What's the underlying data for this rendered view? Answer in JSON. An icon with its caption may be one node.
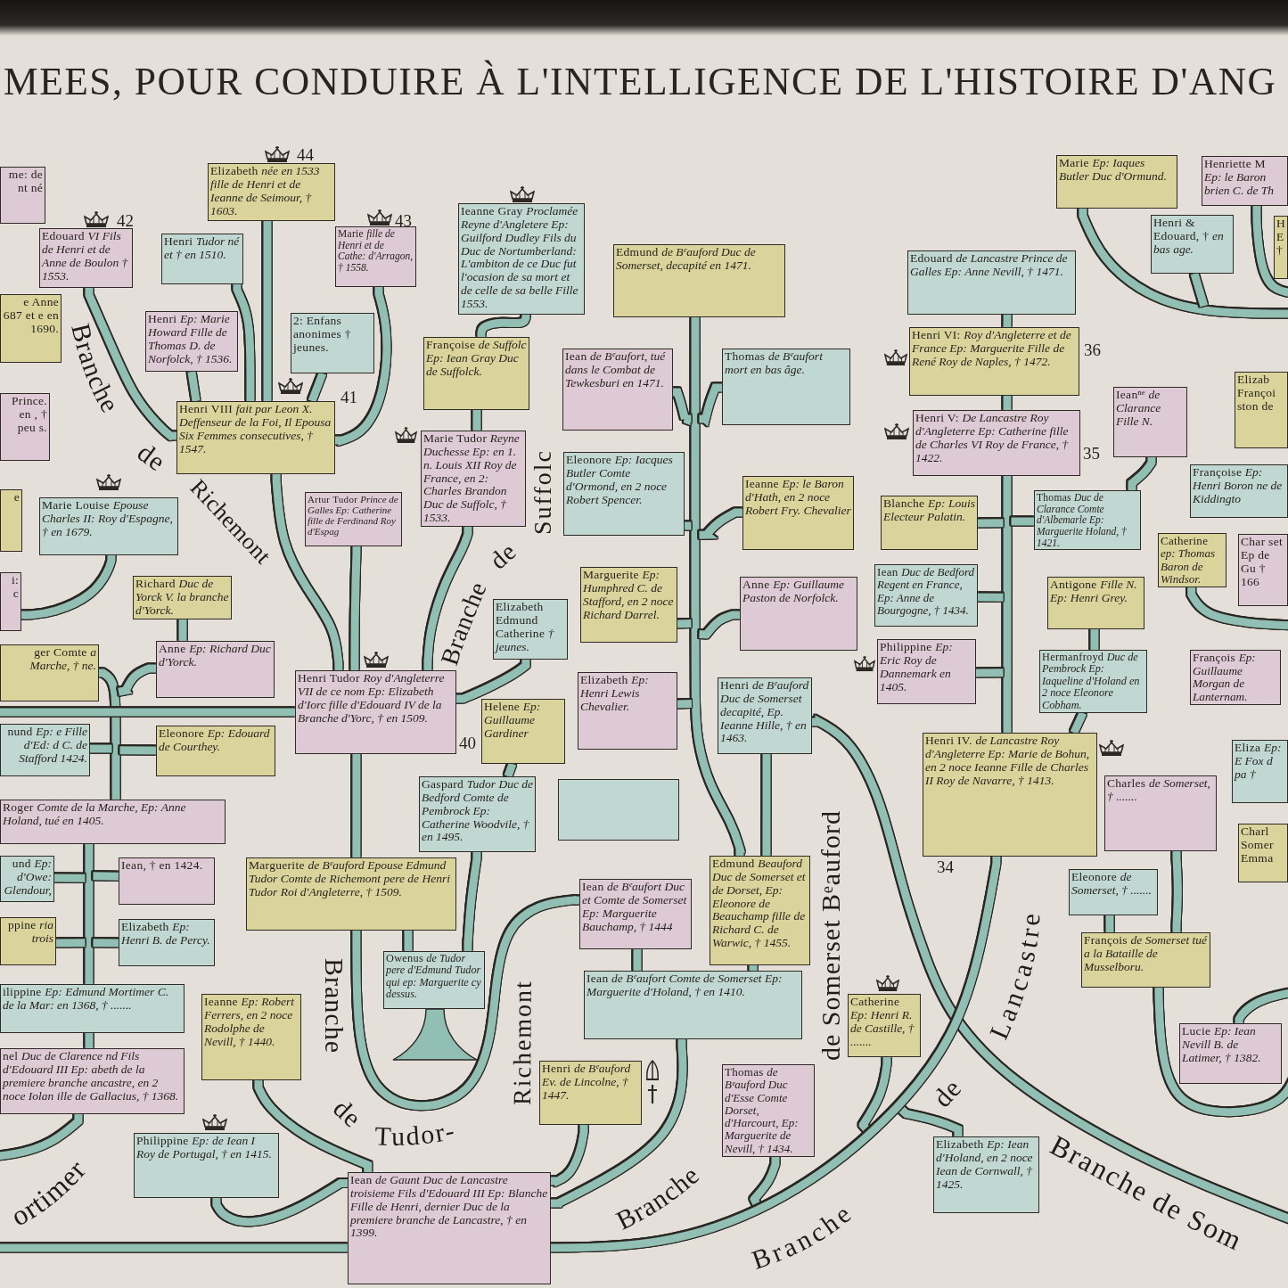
{
  "diagram": {
    "title": "MEES, POUR CONDUIRE À L'INTELLIGENCE DE L'HISTOIRE D'ANG",
    "nodes": [
      {
        "text": [
          "Elizabeth *née en 1533 fille de Henri et de Ieanne de Seimour, † 1603.*"
        ]
      },
      {
        "text": [
          "Marie *Ep: Iaques Butler Duc d'Ormund.*"
        ]
      },
      {
        "text": [
          "Henriette M *Ep: le Baron brien C. de Th*"
        ]
      },
      {
        "text": [
          "me: de nt né"
        ]
      },
      {
        "text": [
          "Ieanne Gray *Proclamée Reyne d'Angletere Ep: Guilford Dudley Fils du Duc de Nortumberland: L'ambiton de ce Duc fut l'ocasion de sa mort et de celle de sa belle Fille 1553.*"
        ]
      },
      {
        "text": [
          "Henri & Edouard, † *en bas age.*"
        ]
      },
      {
        "text": [
          "H E †"
        ]
      },
      {
        "text": [
          "Edouard *VI Fils de Henri et de Anne de Boulon † 1553.*"
        ]
      },
      {
        "text": [
          "Marie *fille de Henri et de Cathe: d'Arragon, † 1558.*"
        ]
      },
      {
        "text": [
          "Henri *Tudor né et † en 1510.*"
        ]
      },
      {
        "text": [
          "Edmund *de Bᵉauford Duc de Somerset, decapité en 1471.*"
        ]
      },
      {
        "text": [
          "Edouard *de Lancastre Prince de Galles Ep: Anne Nevill, † 1471.*"
        ]
      },
      {
        "text": [
          "e Anne 687 et e en 1690."
        ]
      },
      {
        "text": [
          "Henri *Ep: Marie Howard Fille de Thomas D. de Norfolck, † 1536.*"
        ]
      },
      {
        "text": [
          "2: Enfans anonimes † jeunes."
        ]
      },
      {
        "text": [
          "Henri VI: *Roy d'Angleterre et de France Ep: Marguerite Fille de René Roy de Naples, † 1472.*"
        ]
      },
      {
        "text": [
          "Françoise *de Suffolc Ep: Iean Gray Duc de Suffolck.*"
        ]
      },
      {
        "text": [
          "Iean *de Bᵉaufort, tué dans le Combat de Tewkesburi en 1471.*"
        ]
      },
      {
        "text": [
          "Thomas *de Bᵉaufort mort en bas âge.*"
        ]
      },
      {
        "text": [
          "Elizab Françoi ston de"
        ]
      },
      {
        "text": [
          "Ieanⁿᵉ *de Clarance Fille N.*"
        ]
      },
      {
        "text": [
          "Prince. en , † peu s."
        ]
      },
      {
        "text": [
          "Henri VIII *fait par Leon X. Deffenseur de la Foi, Il Epousa Six Femmes consecutives, † 1547.*"
        ]
      },
      {
        "text": [
          "Henri V: *De Lancastre Roy d'Angleterre Ep: Catherine fille de Charles VI Roy de France, † 1422.*"
        ]
      },
      {
        "text": [
          "Marie Tudor *Reyne Duchesse Ep: en 1. n. Louis XII Roy de France, en 2: Charles Brandon Duc de Suffolc, † 1533.*"
        ]
      },
      {
        "text": [
          "Eleonore *Ep: Iacques Butler Comte d'Ormond, en 2 noce Robert Spencer.*"
        ]
      },
      {
        "text": [
          "Françoise *Ep: Henri Boron ne de Kiddingto*"
        ]
      },
      {
        "text": [
          "Ieanne *Ep: le Baron d'Hath, en 2 noce Robert Fry. Chevalier*"
        ]
      },
      {
        "text": [
          "e"
        ]
      },
      {
        "text": [
          "Marie Louise *Epouse Charles II: Roy d'Espagne, † en 1679.*"
        ]
      },
      {
        "text": [
          "Artur Tudor *Prince de Galles Ep: Catherine fille de Ferdinand Roy d'Espag*"
        ]
      },
      {
        "text": [
          "Thomas *Duc de Clarance Comte d'Albemarle Ep: Marguerite Holand, † 1421.*"
        ]
      },
      {
        "text": [
          "Blanche *Ep: Louis Electeur Palatin.*"
        ]
      },
      {
        "text": [
          "Catherine *ep: Thomas Baron de Windsor.*"
        ]
      },
      {
        "text": [
          "Char set Ep de Gu † 166"
        ]
      },
      {
        "text": [
          "Iean *Duc de Bedford Regent en France, Ep: Anne de Bourgogne, † 1434.*"
        ]
      },
      {
        "text": [
          "Marguerite *Ep: Humphred C. de Stafford, en 2 noce Richard Darrel.*"
        ]
      },
      {
        "text": [
          "i: c"
        ]
      },
      {
        "text": [
          "Richard *Duc de Yorck V. la branche d'Yorck.*"
        ]
      },
      {
        "text": [
          "Antigone *Fille N. Ep: Henri Grey.*"
        ]
      },
      {
        "text": [
          "Anne *Ep: Guillaume Paston de Norfolck.*"
        ]
      },
      {
        "text": [
          "Elizabeth Edmund Catherine *† jeunes.*"
        ]
      },
      {
        "text": [
          "Philippine *Ep: Eric Roy de Dannemark en 1405.*"
        ]
      },
      {
        "text": [
          "Anne *Ep: Richard Duc d'Yorck.*"
        ]
      },
      {
        "text": [
          "ger Comte *a Marche, † ne.*"
        ]
      },
      {
        "text": [
          "Hermanfroyd *Duc de Pembrock Ep: Iaqueline d'Holand en 2 noce Eleonore Cobham.*"
        ]
      },
      {
        "text": [
          "François *Ep: Guillaume Morgan de Lanternam.*"
        ]
      },
      {
        "text": [
          "Henri Tudor *Roy d'Angleterre VII de ce nom Ep: Elizabeth d'Iorc fille d'Edouard IV de la Branche d'Yorc, † en 1509.*"
        ]
      },
      {
        "text": [
          "Elizabeth *Ep: Henri Lewis Chevalier.*"
        ]
      },
      {
        "text": [
          "Henri *de Bᵉauford Duc de Somerset decapité, Ep. Ieanne Hille, † en 1463.*"
        ]
      },
      {
        "text": [
          "Helene *Ep: Guillaume Gardiner*"
        ]
      },
      {
        "text": [
          "nund *Ep: e Fille d'Ed: d C. de Stafford 1424.*"
        ]
      },
      {
        "text": [
          "Eleonore *Ep: Edouard de Courthey.*"
        ]
      },
      {
        "text": [
          "Henri IV. *de Lancastre Roy d'Angleterre Ep: Marie de Bohun, en 2 noce Ieanne Fille de Charles II Roy de Navarre, † 1413.*"
        ]
      },
      {
        "text": [
          "Eliza *Ep: E Fox d pa †*"
        ]
      },
      {
        "text": [
          "Charles *de Somerset, † .......*"
        ]
      },
      {
        "text": [
          "Gaspard *Tudor Duc de Bedford Comte de Pembrock Ep: Catherine Woodvile, † en 1495.*"
        ]
      },
      {
        "text": [],
        "shape": "box"
      },
      {
        "text": [
          "Roger *Comte de la Marche, Ep: Anne Holand, tué en 1405.*"
        ]
      },
      {
        "text": [
          "Charl Somer Emma"
        ]
      },
      {
        "text": [
          "und *Ep: d'Owe: Glendour,*"
        ]
      },
      {
        "text": [
          "Edmund *Beauford Duc de Somerset et de Dorset, Ep: Eleonore de Beauchamp fille de Richard C. de Warwic, † 1455.*"
        ]
      },
      {
        "text": [
          "Iean, † en 1424."
        ]
      },
      {
        "text": [
          "Marguerite *de Bᵉauford Epouse Edmund Tudor Comte de Richemont pere de Henri Tudor Roi d'Angleterre, † 1509.*"
        ]
      },
      {
        "text": [
          "Eleonore *de Somerset, † .......*"
        ]
      },
      {
        "text": [
          "Iean *de Bᵉaufort Duc et Comte de Somerset Ep: Marguerite Bauchamp, † 1444*"
        ]
      },
      {
        "text": [
          "ppine *ria trois*"
        ]
      },
      {
        "text": [
          "Elizabeth *Ep: Henri B. de Percy.*"
        ]
      },
      {
        "text": [
          "François *de Somerset tué a la Bataille de Musselboru.*"
        ]
      },
      {
        "text": [
          "Owenus *de Tudor pere d'Edmund Tudor qui ep: Marguerite cy dessus.*"
        ]
      },
      {
        "text": [
          "Iean *de Bᵉaufort Comte de Somerset Ep: Marguerite d'Holand, † en 1410.*"
        ]
      },
      {
        "text": [
          "ilippine *Ep: Edmund Mortimer C. de la Mar: en 1368, † .......*"
        ]
      },
      {
        "text": [
          "Ieanne *Ep: Robert Ferrers, en 2 noce Rodolphe de Nevill, † 1440.*"
        ]
      },
      {
        "text": [
          "Catherine *Ep: Henri R. de Castille, † .......*"
        ]
      },
      {
        "text": [
          "Lucie *Ep: Iean Nevill B. de Latimer, † 1382.*"
        ]
      },
      {
        "text": [
          "nel *Duc de Clarence nd Fils d'Edouard III Ep: abeth de la premiere branche ancastre, en 2 noce Iolan ille de Gallacius, † 1368.*"
        ]
      },
      {
        "text": [
          "Henri *de Bᵉauford Ev. de Lincolne, † 1447.*"
        ]
      },
      {
        "text": [
          "Thomas *de Bᵉauford Duc d'Esse Comte Dorset, d'Harcourt, Ep: Marguerite de Nevill, † 1434.*"
        ]
      },
      {
        "text": [
          "Philippine *Ep: de Iean I Roy de Portugal, † en 1415.*"
        ]
      },
      {
        "text": [
          "Elizabeth *Ep: Iean d'Holand, en 2 noce Iean de Cornwall, † 1425.*"
        ]
      },
      {
        "text": [
          "Iean *de Gaunt Duc de Lancastre troisieme Fils d'Edouard III Ep: Blanche Fille de Henri, dernier Duc de la premiere branche de Lancastre, † en 1399.*"
        ]
      },
      {
        "text": [],
        "shape": "trunk"
      }
    ],
    "edges": [
      {
        "from": 22,
        "to": 0,
        "arrow": "none"
      },
      {
        "from": 22,
        "to": 9,
        "arrow": "none"
      },
      {
        "from": 22,
        "to": 7,
        "arrow": "none"
      },
      {
        "from": 22,
        "to": 8,
        "arrow": "none"
      },
      {
        "from": 22,
        "to": 13,
        "arrow": "none"
      },
      {
        "from": 22,
        "to": 14,
        "arrow": "none"
      },
      {
        "from": 47,
        "to": 22,
        "arrow": "none"
      },
      {
        "from": 47,
        "to": 30,
        "arrow": "none"
      },
      {
        "from": 47,
        "to": 24,
        "arrow": "none"
      },
      {
        "from": 47,
        "to": 41,
        "arrow": "none"
      },
      {
        "from": 24,
        "to": 16,
        "arrow": "none"
      },
      {
        "from": 16,
        "to": 4,
        "arrow": "none"
      },
      {
        "from": 63,
        "to": 47,
        "arrow": "none"
      },
      {
        "from": 65,
        "to": 63,
        "arrow": "none"
      },
      {
        "from": 69,
        "to": 63,
        "arrow": "none"
      },
      {
        "from": 69,
        "to": 56,
        "arrow": "none"
      },
      {
        "from": 56,
        "to": 50,
        "arrow": "none"
      },
      {
        "from": 70,
        "to": 65,
        "arrow": "none"
      },
      {
        "from": 70,
        "to": 61,
        "arrow": "none"
      },
      {
        "from": 61,
        "to": 10,
        "arrow": "none"
      },
      {
        "from": 61,
        "to": 17,
        "arrow": "none"
      },
      {
        "from": 61,
        "to": 18,
        "arrow": "none"
      },
      {
        "from": 61,
        "to": 25,
        "arrow": "none"
      },
      {
        "from": 61,
        "to": 27,
        "arrow": "none"
      },
      {
        "from": 61,
        "to": 36,
        "arrow": "none"
      },
      {
        "from": 61,
        "to": 40,
        "arrow": "none"
      },
      {
        "from": 61,
        "to": 48,
        "arrow": "none"
      },
      {
        "from": 61,
        "to": 49,
        "arrow": "none"
      },
      {
        "from": 49,
        "to": null,
        "arrow": "none"
      },
      {
        "from": 80,
        "to": 78,
        "arrow": "none"
      },
      {
        "from": 80,
        "to": 72,
        "arrow": "none"
      },
      {
        "from": 80,
        "to": 76,
        "arrow": "none"
      },
      {
        "from": 80,
        "to": 70,
        "arrow": "none"
      },
      {
        "from": 80,
        "to": 77,
        "arrow": "none"
      },
      {
        "from": 80,
        "to": 73,
        "arrow": "none"
      },
      {
        "from": 80,
        "to": 79,
        "arrow": "none"
      },
      {
        "from": 80,
        "to": 53,
        "arrow": "none"
      },
      {
        "from": null,
        "to": 80,
        "arrow": "none"
      },
      {
        "from": 53,
        "to": 23,
        "arrow": "none"
      },
      {
        "from": 53,
        "to": 32,
        "arrow": "none"
      },
      {
        "from": 53,
        "to": 31,
        "arrow": "none"
      },
      {
        "from": 53,
        "to": 35,
        "arrow": "none"
      },
      {
        "from": 53,
        "to": 42,
        "arrow": "none"
      },
      {
        "from": 53,
        "to": 45,
        "arrow": "none"
      },
      {
        "from": 45,
        "to": 39,
        "arrow": "none"
      },
      {
        "from": 31,
        "to": 20,
        "arrow": "none"
      },
      {
        "from": 23,
        "to": 15,
        "arrow": "none"
      },
      {
        "from": 15,
        "to": 11,
        "arrow": "none"
      },
      {
        "from": null,
        "to": 1,
        "arrow": "none"
      },
      {
        "from": null,
        "to": 5,
        "arrow": "none"
      },
      {
        "from": null,
        "to": 2,
        "arrow": "none"
      },
      {
        "from": null,
        "to": 33,
        "arrow": "none"
      },
      {
        "from": 68,
        "to": 64,
        "arrow": "none"
      },
      {
        "from": 68,
        "to": 55,
        "arrow": "none"
      },
      {
        "from": null,
        "to": 68,
        "arrow": "none"
      },
      {
        "from": null,
        "to": 74,
        "arrow": "none"
      },
      {
        "from": 75,
        "to": 71,
        "arrow": "none"
      },
      {
        "from": null,
        "to": 75,
        "arrow": "none"
      },
      {
        "from": 71,
        "to": 58,
        "arrow": "none"
      },
      {
        "from": 71,
        "to": 60,
        "arrow": "none"
      },
      {
        "from": 71,
        "to": 62,
        "arrow": "none"
      },
      {
        "from": 71,
        "to": 66,
        "arrow": "none"
      },
      {
        "from": 71,
        "to": 67,
        "arrow": "none"
      },
      {
        "from": 58,
        "to": 44,
        "arrow": "none"
      },
      {
        "from": 58,
        "to": 43,
        "arrow": "none"
      },
      {
        "from": 58,
        "to": 51,
        "arrow": "none"
      },
      {
        "from": 58,
        "to": 52,
        "arrow": "none"
      },
      {
        "from": 43,
        "to": 38,
        "arrow": "none"
      },
      {
        "from": null,
        "to": 47,
        "arrow": "none"
      },
      {
        "from": 37,
        "to": 29,
        "arrow": "none"
      }
    ],
    "labels": [
      "44",
      "42",
      "43",
      "Branche",
      "de",
      "Richemont",
      "36",
      "41",
      "35",
      "Branche",
      "de",
      "Suffolc",
      "40",
      "de Somerset Bᵉauford",
      "34",
      "Branche",
      "de",
      "Tudor-",
      "Richemont",
      "Branche",
      "de",
      "Lancastre",
      "ortimer",
      "Branche",
      "Branche de Som"
    ]
  }
}
